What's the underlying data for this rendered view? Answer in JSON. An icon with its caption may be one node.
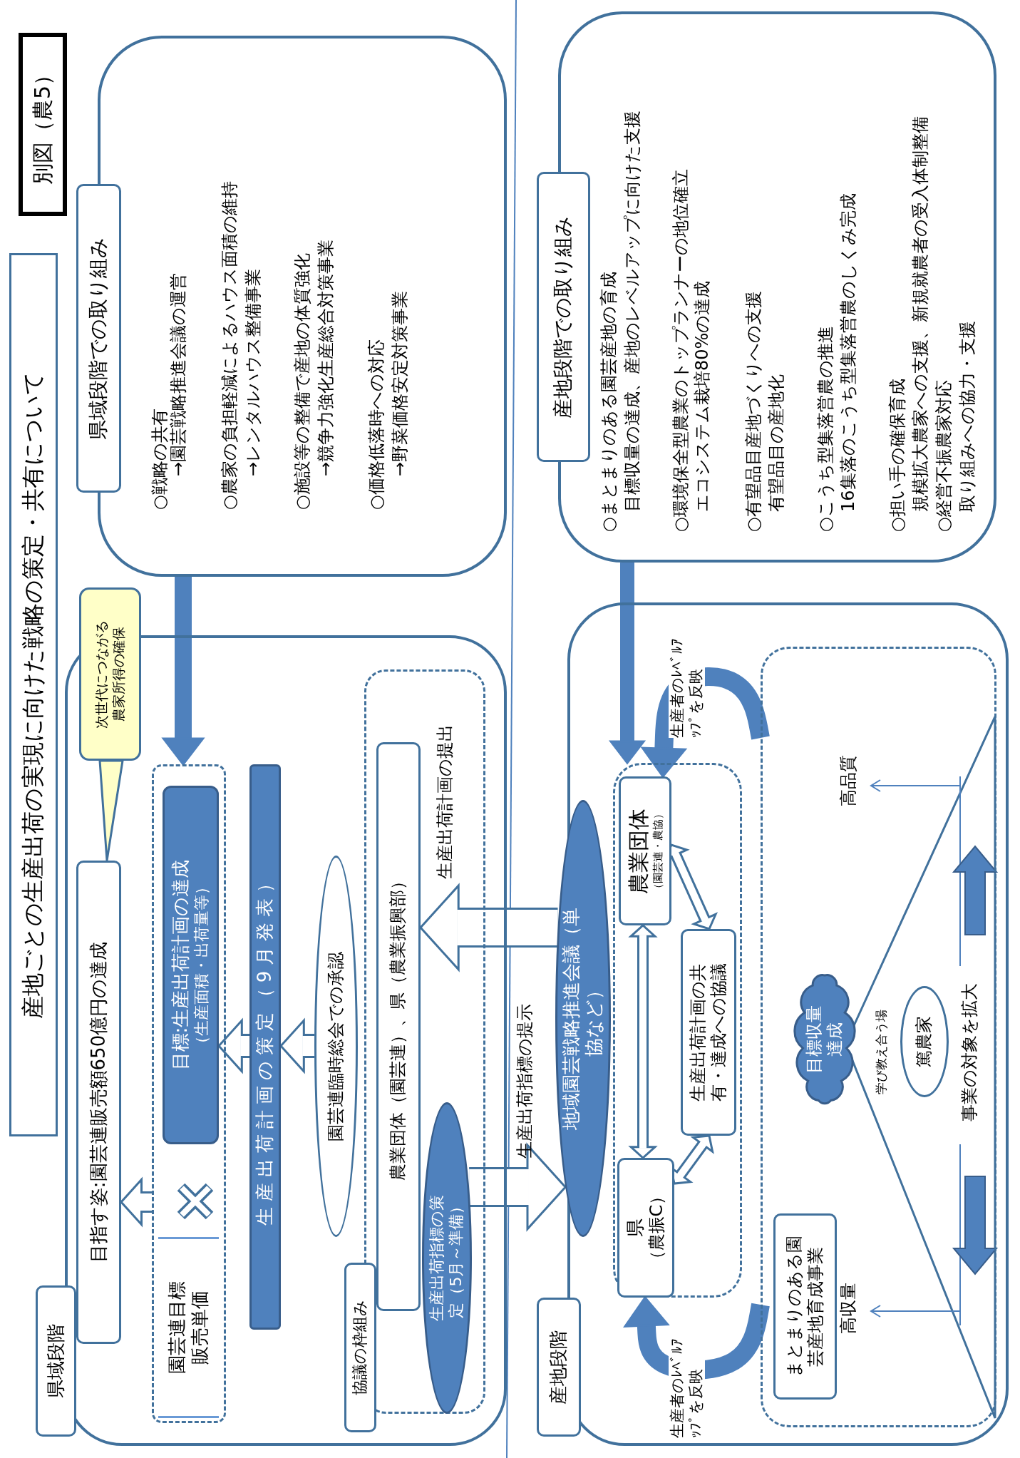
{
  "diagram": {
    "title": "産地ごとの生産出荷の実現に向けた戦略の策定・共有について",
    "nodes": [
      {
        "text": [
          "別図（農5）"
        ]
      },
      {
        "text": [
          "県域段階での取り組み",
          "○戦略の共有",
          "→園芸戦略推進会議の運営",
          "○農家の負担軽減によるハウス面積の維持",
          "→レンタルハウス整備事業",
          "○施設等の整備で産地の体質強化",
          "→競争力強化生産総合対策事業",
          "○価格低落時への対応",
          "→野菜価格安定対策事業"
        ]
      },
      {
        "text": [
          "産地段階での取り組み",
          "○まとまりのある園芸産地の育成",
          "目標収量の達成、産地のレベルアップに向けた支援",
          "○環境保全型農業のトップランナーの地位確立",
          "エコシステム栽培80%の達成",
          "○有望品目産地づくりへの支援",
          "有望品目の産地化",
          "○こうち型集落営農の推進",
          "16集落のこうち型集落営農のしくみ完成",
          "○担い手の確保育成",
          "規模拡大農家への支援、新規就農者の受入体制整備",
          "○経営不振農家対応",
          "取り組みへの協力・支援"
        ]
      },
      {
        "text": [
          "県域段階"
        ]
      },
      {
        "text": [
          "目指す姿:園芸連販売額650億円の達成"
        ],
        "in": 3
      },
      {
        "text": [
          "次世代につながる農家所得の確保"
        ]
      },
      {
        "text": [],
        "shape": "box",
        "in": 3
      },
      {
        "text": [
          "目標:生産出荷計画の達成",
          "（生産面積・出荷量等）"
        ],
        "in": 6
      },
      {
        "text": [
          "園芸連目標販売単価"
        ],
        "in": 6
      },
      {
        "text": [
          "生産出荷計画の策定（9月発表）"
        ],
        "in": 3
      },
      {
        "text": [
          "園芸連臨時総会での承認"
        ],
        "in": 3
      },
      {
        "text": [
          "協議の枠組み"
        ],
        "in": 3
      },
      {
        "text": [
          "農業団体（園芸連）、県（農業振興部）"
        ],
        "in": 11
      },
      {
        "text": [
          "生産出荷指標の策定（5月～準備）"
        ],
        "in": 11
      },
      {
        "text": [
          "産地段階"
        ]
      },
      {
        "text": [],
        "shape": "box",
        "in": 14
      },
      {
        "text": [
          "地域園芸戦略推進会議（単協など）"
        ],
        "in": 14
      },
      {
        "text": [
          "農業団体",
          "（園芸連・農協）"
        ],
        "in": 15
      },
      {
        "text": [
          "県",
          "（農振C）"
        ],
        "in": 15
      },
      {
        "text": [
          "生産出荷計画の共有・達成への協議"
        ],
        "in": 15
      },
      {
        "text": [],
        "shape": "box",
        "in": 14
      },
      {
        "text": [
          "目標収量達成"
        ],
        "in": 20
      },
      {
        "text": [
          "篤農家"
        ],
        "in": 20
      },
      {
        "text": [
          "まとまりのある園芸産地育成事業"
        ],
        "in": 20
      }
    ],
    "edges": [
      {
        "from": 1,
        "to": 6,
        "arrow": "to",
        "color": "#4f81bd"
      },
      {
        "from": 2,
        "to": 15,
        "arrow": "to",
        "color": "#4f81bd"
      },
      {
        "from": 5,
        "to": 4,
        "arrow": "none"
      },
      {
        "from": 6,
        "to": 4,
        "arrow": "to"
      },
      {
        "from": 10,
        "to": 9,
        "arrow": "to"
      },
      {
        "from": 9,
        "to": 7,
        "arrow": "to"
      },
      {
        "from": 16,
        "to": 12,
        "arrow": "to",
        "style": "thick",
        "label": "生産出荷計画の提出"
      },
      {
        "from": 13,
        "to": 16,
        "arrow": "to",
        "style": "thick",
        "label": "生産出荷指標の提示"
      },
      {
        "from": 18,
        "to": 17,
        "arrow": "both"
      },
      {
        "from": 17,
        "to": 19,
        "arrow": "both"
      },
      {
        "from": 18,
        "to": 19,
        "arrow": "both"
      },
      {
        "from": 20,
        "to": 17,
        "arrow": "to",
        "color": "#4f81bd",
        "label": "生産者のﾚﾍﾞﾙｱｯﾌﾟを反映"
      },
      {
        "from": 20,
        "to": 18,
        "arrow": "to",
        "color": "#4f81bd",
        "label": "生産者のﾚﾍﾞﾙｱｯﾌﾟを反映"
      }
    ],
    "labels": [
      "学び教え合う場",
      "高品質",
      "高収量",
      "事業の対象を拡大"
    ]
  }
}
